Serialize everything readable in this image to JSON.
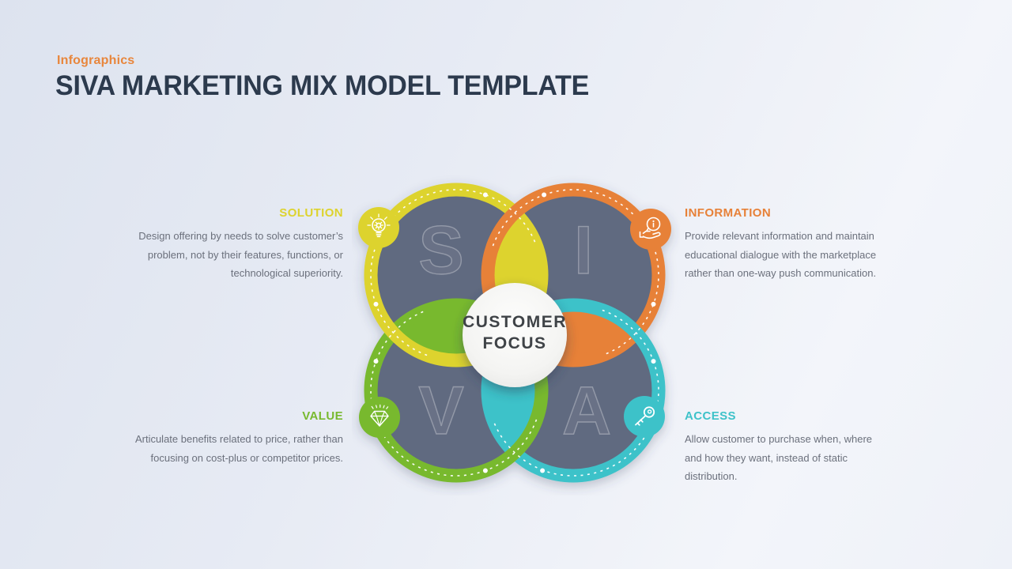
{
  "header": {
    "kicker": "Infographics",
    "title": "SIVA MARKETING MIX MODEL TEMPLATE"
  },
  "colors": {
    "slate": "#616a80",
    "title_text": "#2c3a4d",
    "body_text": "#6b707c",
    "background_start": "#dde3ef",
    "background_end": "#f3f5fa",
    "dash_white": "#ffffff"
  },
  "center": {
    "line1": "CUSTOMER",
    "line2": "FOCUS",
    "fill": "#f4f4f2",
    "text_color": "#3f4347"
  },
  "sections": {
    "solution": {
      "label": "SOLUTION",
      "letter": "S",
      "color": "#ddd32e",
      "icon": "lightbulb-gear-icon",
      "lines": [
        "Design offering by needs to solve customer’s",
        "problem, not by their features, functions, or",
        "technological superiority."
      ]
    },
    "information": {
      "label": "INFORMATION",
      "letter": "I",
      "color": "#e78138",
      "icon": "info-hand-icon",
      "lines": [
        "Provide relevant information and maintain",
        "educational dialogue with the marketplace",
        "rather than one-way push communication."
      ]
    },
    "value": {
      "label": "VALUE",
      "letter": "V",
      "color": "#78b92f",
      "icon": "diamond-icon",
      "lines": [
        "Articulate benefits related to price, rather than",
        "focusing on cost-plus or competitor prices."
      ]
    },
    "access": {
      "label": "ACCESS",
      "letter": "A",
      "color": "#3ec2c9",
      "icon": "key-icon",
      "lines": [
        "Allow customer to purchase when, where",
        "and how they want, instead of static",
        "distribution."
      ]
    }
  }
}
